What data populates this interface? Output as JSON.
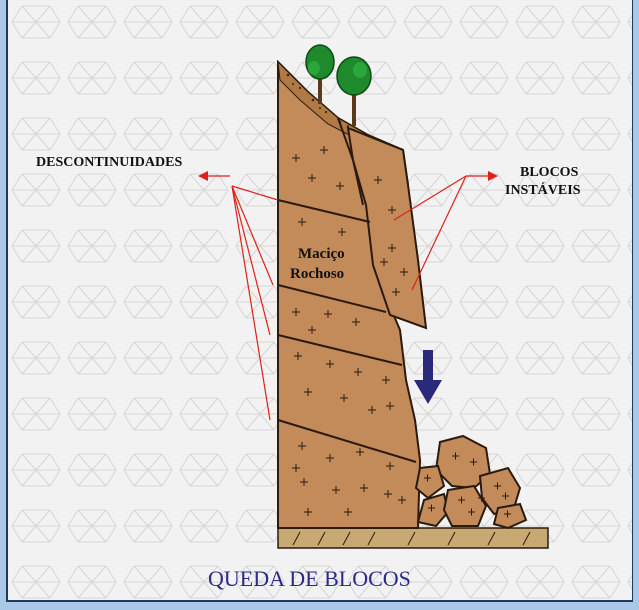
{
  "labels": {
    "discontinuities": "DESCONTINUIDADES",
    "unstable_blocks_line1": "BLOCOS",
    "unstable_blocks_line2": "INSTÁVEIS",
    "rock_mass_line1": "Maciço",
    "rock_mass_line2": "Rochoso"
  },
  "title": "QUEDA DE BLOCOS",
  "colors": {
    "rock": "#c38a5a",
    "rock_outline": "#2b1a0e",
    "annotation_lines": "#e0201a",
    "arrow": "#2a2a7a",
    "title": "#2a2a8a",
    "tree_foliage": "#1f8a2b",
    "ground": "#c8a873",
    "background_pattern": "#f0f0f0",
    "page_border": "#a9c7e6"
  },
  "icons": {
    "falling_direction": "down-arrow-icon",
    "vegetation": "tree-icon"
  }
}
